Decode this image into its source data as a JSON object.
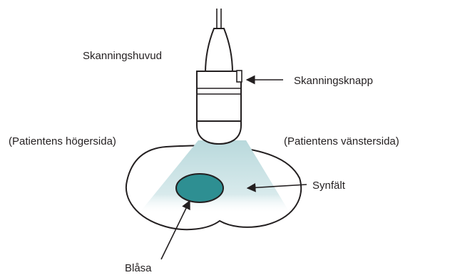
{
  "labels": {
    "scan_head": "Skanningshuvud",
    "scan_button": "Skanningsknapp",
    "patient_right": "(Patientens högersida)",
    "patient_left": "(Patientens vänstersida)",
    "field_of_view": "Synfält",
    "bladder": "Blåsa"
  },
  "colors": {
    "outline": "#231f20",
    "field_of_view": "#cfe4e6",
    "bladder": "#2e8f92"
  }
}
